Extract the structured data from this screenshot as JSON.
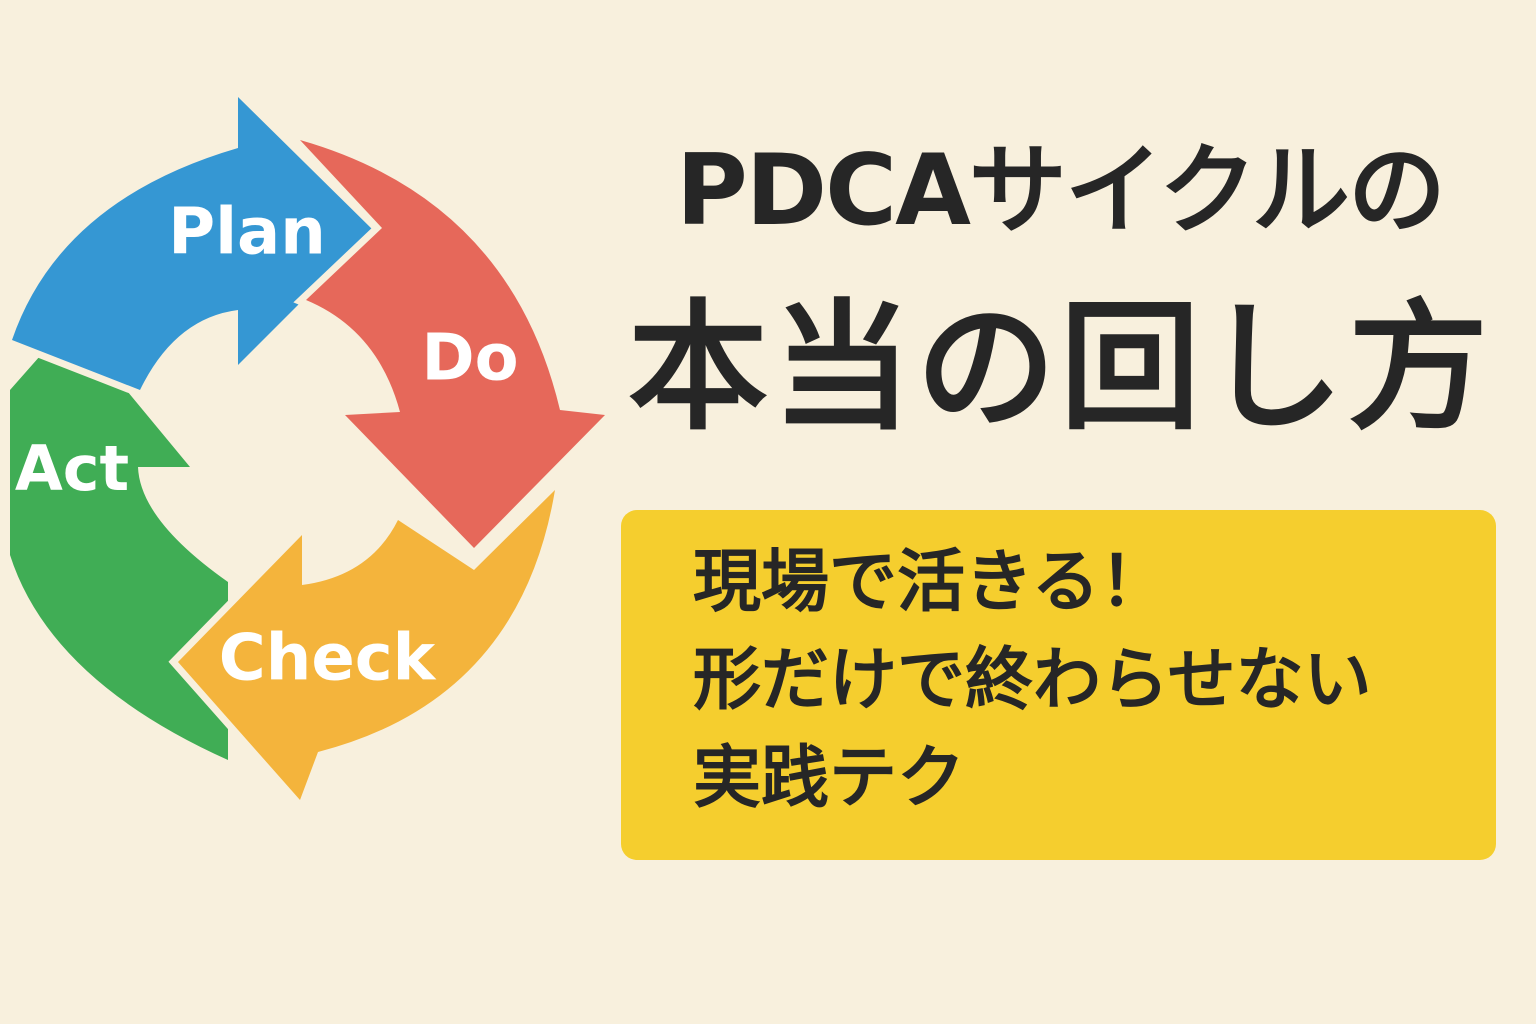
{
  "colors": {
    "background": "#f8f0dd",
    "plan": "#3597d3",
    "do": "#e6685a",
    "check": "#f4b43c",
    "act": "#40ad55",
    "subtitle_box": "#f5ce2e",
    "text": "#262626"
  },
  "cycle": {
    "plan": "Plan",
    "do": "Do",
    "check": "Check",
    "act": "Act"
  },
  "title": {
    "line1": "PDCAサイクルの",
    "line2": "本当の回し方"
  },
  "subtitle": {
    "line1": "現場で活きる！",
    "line2": "形だけで終わらせない",
    "line3": "実践テク"
  }
}
